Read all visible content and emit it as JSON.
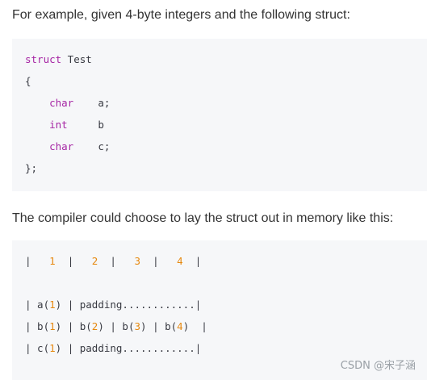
{
  "intro_text": "For example, given 4-byte integers and the following struct:",
  "struct_code": {
    "l1_kw": "struct",
    "l1_rest": " Test",
    "l2": "{",
    "l3_pre": "    ",
    "l3_kw": "char",
    "l3_rest": "    a;",
    "l4_pre": "    ",
    "l4_kw": "int",
    "l4_rest": "     b",
    "l5_pre": "    ",
    "l5_kw": "char",
    "l5_rest": "    c;",
    "l6": "};"
  },
  "compiler_text": "The compiler could choose to lay the struct out in memory like this:",
  "memory_code": {
    "header": {
      "p0": "|   ",
      "n1": "1",
      "p1": "  |   ",
      "n2": "2",
      "p2": "  |   ",
      "n3": "3",
      "p3": "  |   ",
      "n4": "4",
      "p4": "  |"
    },
    "row1": {
      "p0": "| a(",
      "n1": "1",
      "p1": ") | padding............|"
    },
    "row2": {
      "p0": "| b(",
      "n1": "1",
      "p1": ") | b(",
      "n2": "2",
      "p2": ") | b(",
      "n3": "3",
      "p3": ") | b(",
      "n4": "4",
      "p4": ")  |"
    },
    "row3": {
      "p0": "| c(",
      "n1": "1",
      "p1": ") | padding............|"
    }
  },
  "watermark": "CSDN @宋子涵",
  "colors": {
    "keyword": "#a626a4",
    "number": "#e6880f",
    "code_background": "#f6f7f9"
  }
}
